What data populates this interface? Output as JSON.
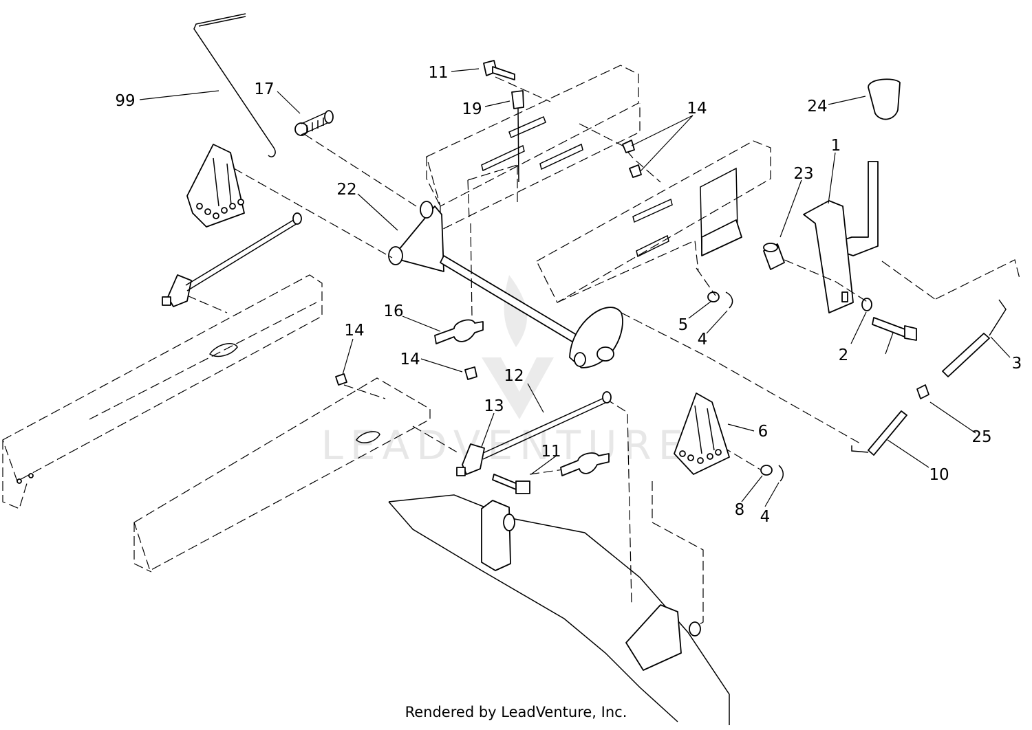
{
  "footer": "Rendered by LeadVenture, Inc.",
  "watermark": "LEADVENTURE",
  "callouts": [
    "99",
    "17",
    "11",
    "19",
    "14",
    "24",
    "1",
    "22",
    "23",
    "5",
    "4",
    "2",
    "3",
    "16",
    "14",
    "12",
    "13",
    "14",
    "25",
    "6",
    "11",
    "10",
    "8",
    "4"
  ]
}
